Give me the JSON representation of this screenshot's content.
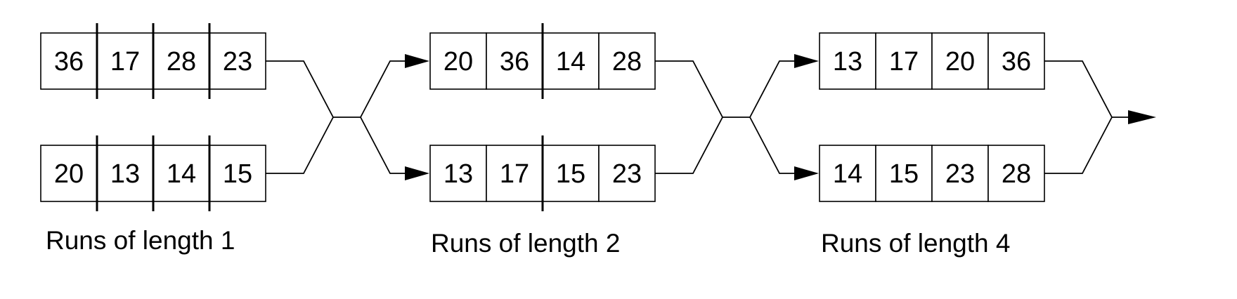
{
  "stages": [
    {
      "label": "Runs of length 1",
      "run_length": 1,
      "arrays": [
        [
          "36",
          "17",
          "28",
          "23"
        ],
        [
          "20",
          "13",
          "14",
          "15"
        ]
      ]
    },
    {
      "label": "Runs of length 2",
      "run_length": 2,
      "arrays": [
        [
          "20",
          "36",
          "14",
          "28"
        ],
        [
          "13",
          "17",
          "15",
          "23"
        ]
      ]
    },
    {
      "label": "Runs of length 4",
      "run_length": 4,
      "arrays": [
        [
          "13",
          "17",
          "20",
          "36"
        ],
        [
          "14",
          "15",
          "23",
          "28"
        ]
      ]
    }
  ]
}
